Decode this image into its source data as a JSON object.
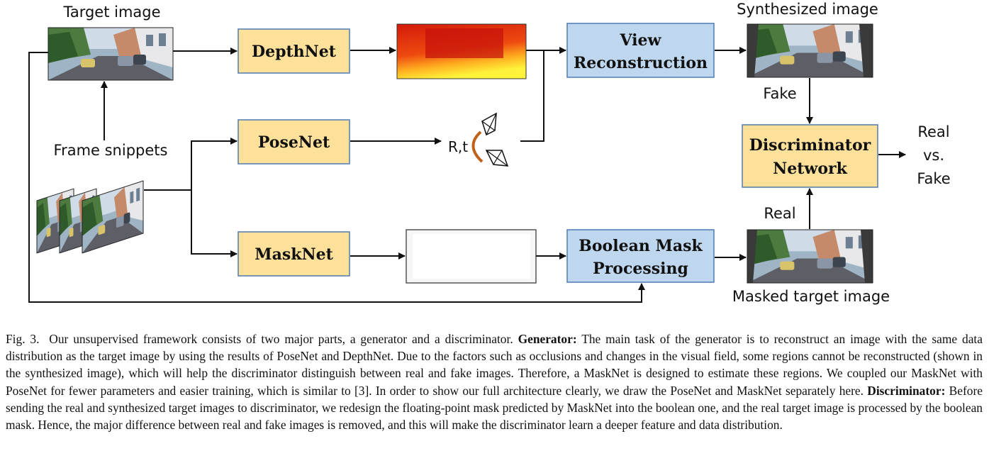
{
  "diagram": {
    "labels": {
      "target_image": "Target image",
      "frame_snippets": "Frame snippets",
      "synthesized_image": "Synthesized image",
      "masked_target_image": "Masked target image",
      "fake": "Fake",
      "real": "Real",
      "pose_symbol": "R,t"
    },
    "boxes": {
      "depthnet": [
        "DepthNet"
      ],
      "posenet": [
        "PoseNet"
      ],
      "masknet": [
        "MaskNet"
      ],
      "view_reconstruction": [
        "View",
        "Reconstruction"
      ],
      "boolean_mask": [
        "Boolean Mask",
        "Processing"
      ],
      "discriminator": [
        "Discriminator",
        "Network"
      ]
    },
    "output": [
      "Real",
      "vs.",
      "Fake"
    ]
  },
  "caption": {
    "fig_label": "Fig. 3.",
    "intro": "Our unsupervised framework consists of two major parts, a generator and a discriminator.",
    "generator_heading": "Generator:",
    "generator_text": "The main task of the generator is to reconstruct an image with the same data distribution as the target image by using the results of PoseNet and DepthNet. Due to the factors such as occlusions and changes in the visual field, some regions cannot be reconstructed (shown in the synthesized image), which will help the discriminator distinguish between real and fake images. Therefore, a MaskNet is designed to estimate these regions. We coupled our MaskNet with PoseNet for fewer parameters and easier training, which is similar to [3]. In order to show our full architecture clearly, we draw the PoseNet and MaskNet separately here.",
    "discriminator_heading": "Discriminator:",
    "discriminator_text": "Before sending the real and synthesized target images to discriminator, we redesign the floating-point mask predicted by MaskNet into the boolean one, and the real target image is processed by the boolean mask. Hence, the major difference between real and fake images is removed, and this will make the discriminator learn a deeper feature and data distribution."
  }
}
